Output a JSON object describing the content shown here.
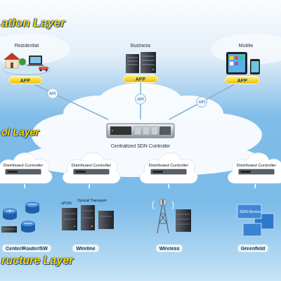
{
  "diagram": {
    "nodes": [
      {
        "text": [
          "Residential"
        ]
      },
      {
        "text": [
          "APP"
        ],
        "in": 0
      },
      {
        "text": [
          "Business"
        ]
      },
      {
        "text": [
          "APP"
        ],
        "in": 2
      },
      {
        "text": [
          "Mobile"
        ]
      },
      {
        "text": [
          "APP"
        ],
        "in": 4
      },
      {
        "text": [
          "Centralized SDN Controller"
        ]
      },
      {
        "text": [
          "Distributed Controller"
        ]
      },
      {
        "text": [
          "Distributed Controller"
        ]
      },
      {
        "text": [
          "Distributed Controller"
        ]
      },
      {
        "text": [
          "Distributed Controller"
        ]
      },
      {
        "text": [
          "Center/Router/SW"
        ]
      },
      {
        "text": [
          "Wireline"
        ]
      },
      {
        "text": [
          "Wireless"
        ]
      },
      {
        "text": [
          "Greenfield"
        ]
      }
    ],
    "edges": [
      {
        "from": 1,
        "to": 6,
        "label": "API",
        "arrow": "none"
      },
      {
        "from": 3,
        "to": 6,
        "label": "API",
        "arrow": "none"
      },
      {
        "from": 5,
        "to": 6,
        "label": "API",
        "arrow": "none"
      },
      {
        "from": 7,
        "to": 11,
        "arrow": "none"
      },
      {
        "from": 8,
        "to": 12,
        "arrow": "none"
      },
      {
        "from": 9,
        "to": 13,
        "arrow": "none"
      },
      {
        "from": 10,
        "to": 14,
        "arrow": "none"
      }
    ],
    "labels": [
      "ation Layer",
      "ol Layer",
      "ructure Layer",
      "xPON",
      "Optical Transport",
      "SDN Device"
    ]
  }
}
